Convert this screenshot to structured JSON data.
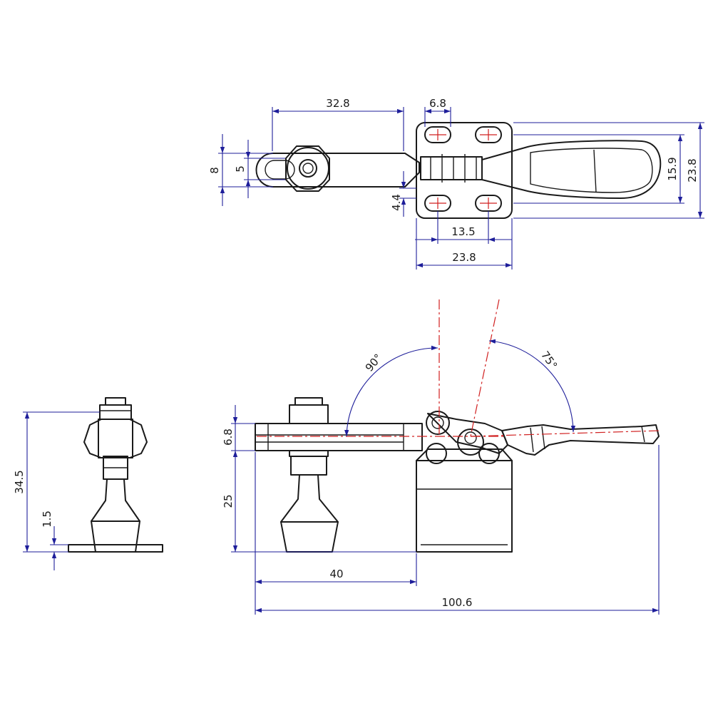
{
  "colors": {
    "outline": "#1a1a1a",
    "centerline": "#d12020",
    "dimension": "#1e1e9a",
    "background": "#ffffff"
  },
  "top_view": {
    "dim_arm_length": "32.8",
    "dim_slot_width": "6.8",
    "dim_arm_height": "8",
    "dim_bolt_width": "5",
    "dim_hole_spacing_v": "15.9",
    "dim_base_height": "23.8",
    "dim_offset": "4.4",
    "dim_hole_spacing_h": "13.5",
    "dim_base_width": "23.8"
  },
  "side_view": {
    "dim_total_height": "34.5",
    "dim_base_thickness": "1.5"
  },
  "front_view": {
    "dim_arm_thickness": "6.8",
    "dim_arm_height": "25",
    "dim_spindle_offset": "40",
    "dim_total_length": "100.6",
    "angle_open": "90°",
    "angle_handle": "75°"
  }
}
